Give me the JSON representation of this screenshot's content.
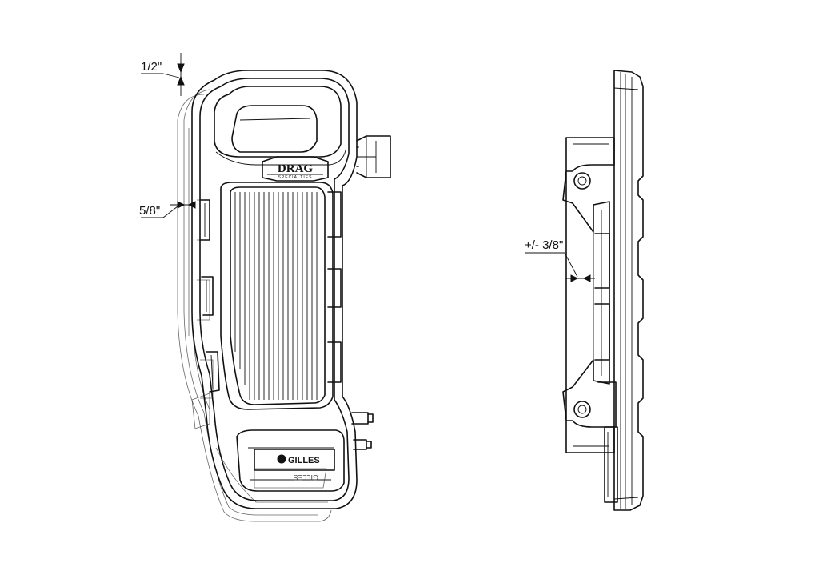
{
  "dimensions": {
    "top_offset": "1/2\"",
    "side_offset": "5/8\"",
    "adjust_range": "+/- 3/8\""
  },
  "branding": {
    "logo_text": "DRAG",
    "logo_subtext": "SPECIALTIES",
    "badge_text": "GILLES",
    "badge_text_ghost": "GILLES"
  },
  "colors": {
    "line": "#111111",
    "background": "#ffffff"
  }
}
